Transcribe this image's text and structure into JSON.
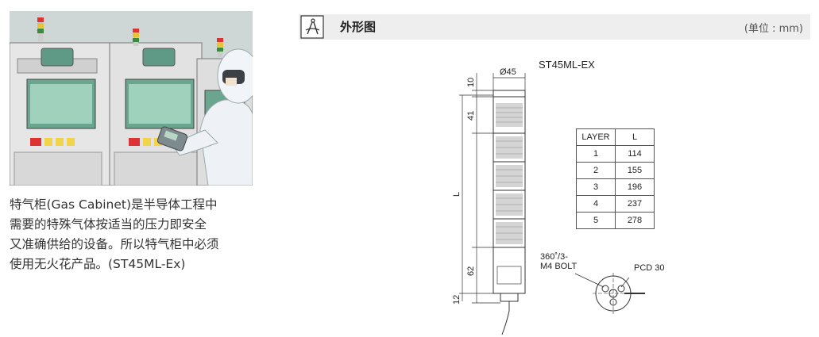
{
  "caption": {
    "lines": [
      "特气柜(Gas Cabinet)是半导体工程中",
      "需要的特殊气体按适当的压力即安全",
      "又准确供给的设备。所以特气柜中必须",
      "使用无火花产品。(ST45ML-Ex)"
    ]
  },
  "header": {
    "title": "外形图",
    "unit": "(单位 : mm)"
  },
  "drawing": {
    "model": "ST45ML-EX",
    "diameter": "Ø45",
    "dim_top": "10",
    "dim_41": "41",
    "dim_L": "L",
    "dim_62": "62",
    "dim_12": "12",
    "bolt_line1": "360˚/3-",
    "bolt_line2": "M4 BOLT",
    "pcd": "PCD 30"
  },
  "table": {
    "headers": [
      "LAYER",
      "L"
    ],
    "rows": [
      [
        "1",
        "114"
      ],
      [
        "2",
        "155"
      ],
      [
        "3",
        "196"
      ],
      [
        "4",
        "237"
      ],
      [
        "5",
        "278"
      ]
    ]
  },
  "colors": {
    "header_bg": "#eeeeee",
    "suit": "#eef2f6",
    "cabinet": "#e4e4e4",
    "screen": "#5fa88a"
  }
}
